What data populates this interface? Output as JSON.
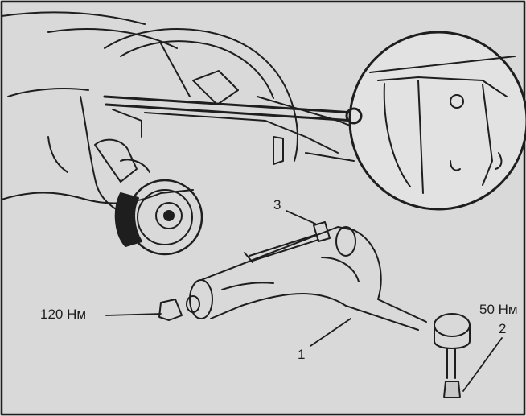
{
  "callouts": {
    "arm": "1",
    "nut": "2",
    "bolt": "3"
  },
  "torques": {
    "left": "120 Нм",
    "right": "50 Нм"
  },
  "colors": {
    "background": "#d9d9d9",
    "ink": "#1e1e1e"
  }
}
